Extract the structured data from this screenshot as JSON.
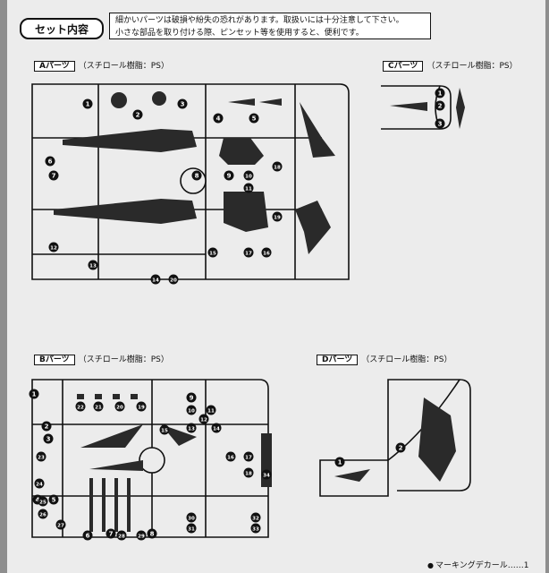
{
  "header": {
    "title": "セット内容",
    "notice_line1": "細かいパーツは破損や紛失の恐れがあります。取扱いには十分注意して下さい。",
    "notice_line2": "小さな部品を取り付ける際、ピンセット等を使用すると、便利です。"
  },
  "sections": {
    "a": {
      "name": "Aパーツ",
      "material": "（スチロール樹脂：PS）",
      "numbers": [
        "1",
        "2",
        "3",
        "4",
        "5",
        "6",
        "7",
        "8",
        "9",
        "10",
        "11",
        "12",
        "13",
        "14",
        "15",
        "16",
        "17",
        "18",
        "19",
        "20"
      ]
    },
    "b": {
      "name": "Bパーツ",
      "material": "（スチロール樹脂：PS）",
      "numbers": [
        "1",
        "2",
        "3",
        "4",
        "5",
        "6",
        "7",
        "8",
        "9",
        "10",
        "11",
        "12",
        "13",
        "14",
        "15",
        "16",
        "17",
        "18",
        "19",
        "20",
        "21",
        "22",
        "23",
        "24",
        "25",
        "26",
        "27",
        "28",
        "29",
        "30",
        "31",
        "32",
        "33",
        "34"
      ]
    },
    "c": {
      "name": "Cパーツ",
      "material": "（スチロール樹脂：PS）",
      "numbers": [
        "1",
        "2",
        "3"
      ]
    },
    "d": {
      "name": "Dパーツ",
      "material": "（スチロール樹脂：PS）",
      "numbers": [
        "1",
        "2"
      ]
    }
  },
  "footer": {
    "bullet": "●",
    "label": "マーキングデカール……1"
  },
  "colors": {
    "ink": "#111111",
    "paper": "#ececec",
    "part_fill": "#2a2a2a"
  }
}
